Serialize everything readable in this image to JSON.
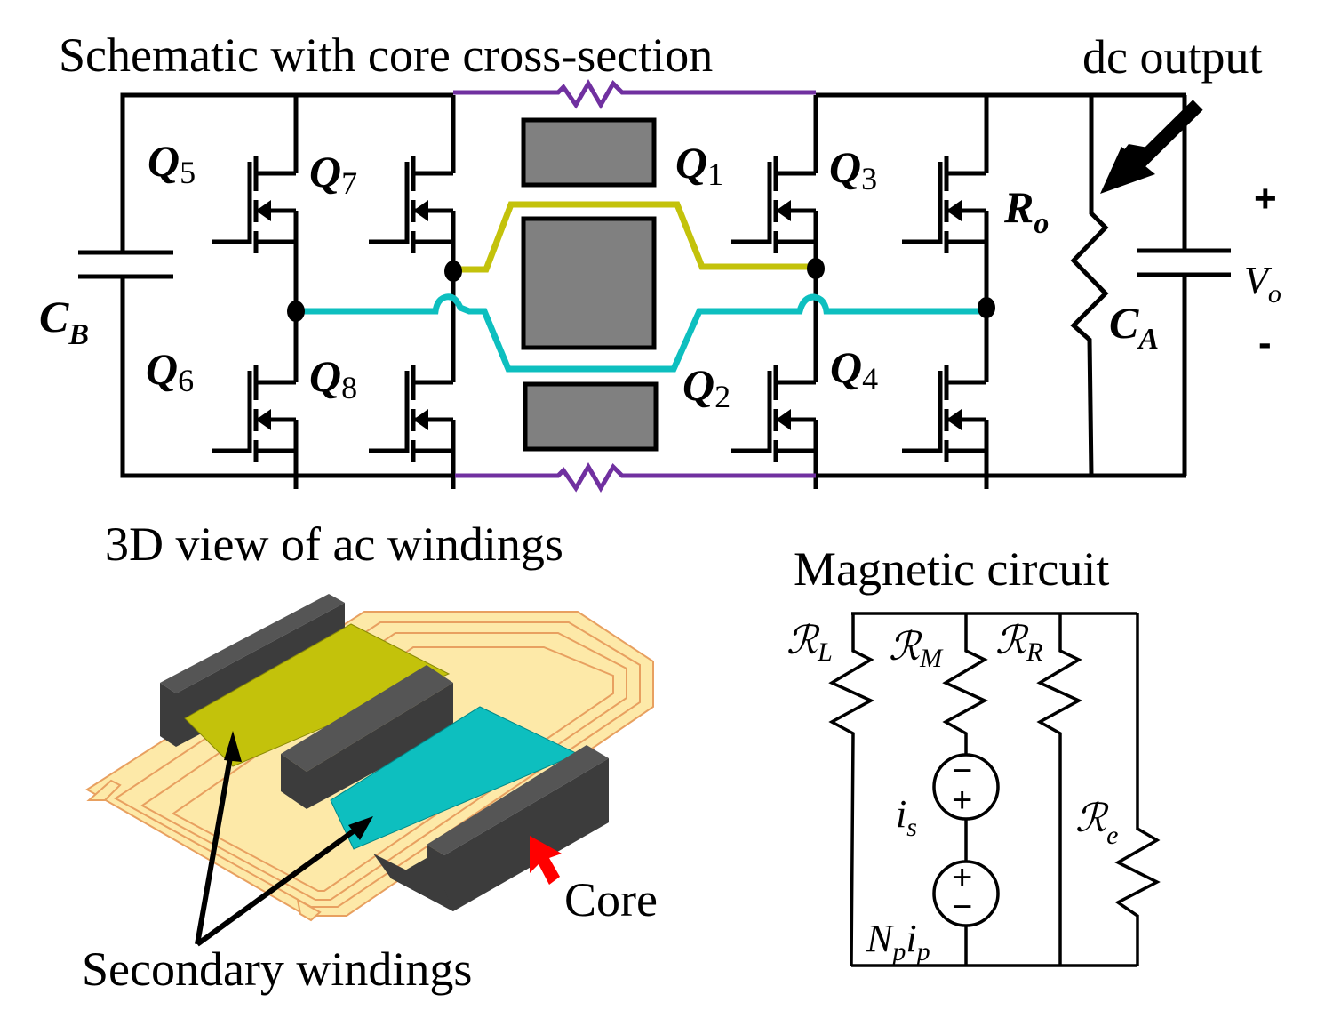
{
  "titles": {
    "schematic": "Schematic with core cross-section",
    "dc_output": "dc output",
    "windings_3d": "3D view of ac windings",
    "magnetic_circuit": "Magnetic circuit",
    "secondary_windings": "Secondary windings",
    "core": "Core"
  },
  "schematic": {
    "switches": [
      {
        "id": "Q5",
        "main": "Q",
        "sub": "5"
      },
      {
        "id": "Q7",
        "main": "Q",
        "sub": "7"
      },
      {
        "id": "Q6",
        "main": "Q",
        "sub": "6"
      },
      {
        "id": "Q8",
        "main": "Q",
        "sub": "8"
      },
      {
        "id": "Q1",
        "main": "Q",
        "sub": "1"
      },
      {
        "id": "Q3",
        "main": "Q",
        "sub": "3"
      },
      {
        "id": "Q2",
        "main": "Q",
        "sub": "2"
      },
      {
        "id": "Q4",
        "main": "Q",
        "sub": "4"
      }
    ],
    "capacitor_b": {
      "main": "C",
      "sub": "B"
    },
    "capacitor_a": {
      "main": "C",
      "sub": "A"
    },
    "resistor_o": {
      "main": "R",
      "sub": "o"
    },
    "output_voltage": {
      "main": "V",
      "sub": "o",
      "plus": "+",
      "minus": "-"
    }
  },
  "magnetic": {
    "reluctances": [
      {
        "main": "ℛ",
        "sub": "L"
      },
      {
        "main": "ℛ",
        "sub": "M"
      },
      {
        "main": "ℛ",
        "sub": "R"
      },
      {
        "main": "ℛ",
        "sub": "e"
      }
    ],
    "source_s": {
      "main": "i",
      "sub": "s"
    },
    "source_p": {
      "main": "N",
      "sub1": "p",
      "main2": "i",
      "sub2": "p"
    },
    "plus": "+",
    "minus": "−"
  },
  "colors": {
    "winding_yellow": "#c3c20b",
    "winding_cyan": "#0dbfbf",
    "winding_purple": "#7030a0",
    "core_gray": "#808080",
    "core_dark": "#3c3c3c",
    "pcb": "#fde9a8",
    "pcb_edge": "#e8a060",
    "arrow_red": "#ff0000"
  }
}
